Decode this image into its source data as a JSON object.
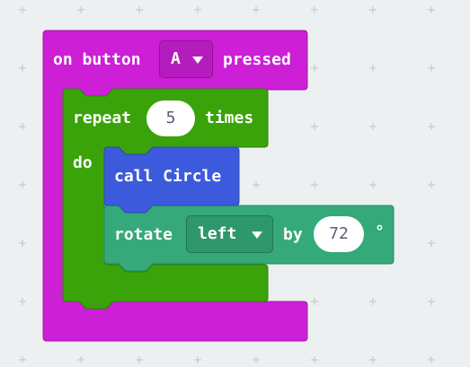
{
  "colors": {
    "background": "#ecf0f1",
    "grid": "#c6cbd0",
    "event_block": "#cc1fd6",
    "event_block_border": "#a318ab",
    "loop_block": "#3aa30a",
    "loop_block_border": "#2e7f08",
    "function_block": "#3c5bdc",
    "function_block_border": "#2f47ad",
    "turtle_block": "#35a97a",
    "turtle_block_border": "#2a8661"
  },
  "event_block": {
    "prefix": "on button",
    "button_value": "A",
    "suffix": "pressed"
  },
  "repeat_block": {
    "label": "repeat",
    "count": "5",
    "suffix": "times",
    "do_label": "do"
  },
  "call_block": {
    "label": "call Circle"
  },
  "rotate_block": {
    "label": "rotate",
    "direction": "left",
    "by_label": "by",
    "degrees": "72",
    "unit": "°"
  }
}
